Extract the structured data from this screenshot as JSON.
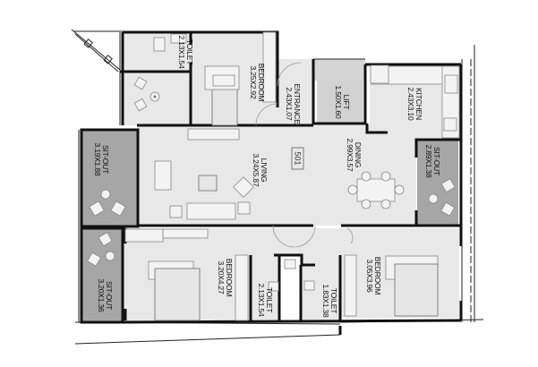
{
  "plan": {
    "unit_number": "501",
    "colors": {
      "interior_floor": "#e8e8e8",
      "sitout_floor": "#a6a6a6",
      "lift_floor": "#d2d2d2",
      "wall": "#111111",
      "background": "#ffffff"
    },
    "rooms": [
      {
        "id": "toilet-top",
        "name": "TOILET",
        "dims": "2.13X1.54"
      },
      {
        "id": "bedroom-top",
        "name": "BEDROOM",
        "dims": "3.25X2.92"
      },
      {
        "id": "entrance",
        "name": "ENTRANCE",
        "dims": "2.43X1.07"
      },
      {
        "id": "lift",
        "name": "LIFT",
        "dims": "1.50X1.60"
      },
      {
        "id": "kitchen",
        "name": "KITCHEN",
        "dims": "2.43X3.10"
      },
      {
        "id": "sitout-left",
        "name": "SIT-OUT",
        "dims": "3.19X1.88"
      },
      {
        "id": "living",
        "name": "LIVING",
        "dims": "3.24X5.87"
      },
      {
        "id": "dining",
        "name": "DINING",
        "dims": "2.99X3.57"
      },
      {
        "id": "sitout-right",
        "name": "SIT-OUT",
        "dims": "2.89X1.38"
      },
      {
        "id": "sitout-bottom-left",
        "name": "SIT-OUT",
        "dims": "3.20X1.36"
      },
      {
        "id": "bedroom-bottom-left",
        "name": "BEDROOM",
        "dims": "3.20X4.27"
      },
      {
        "id": "toilet-bottom-left",
        "name": "TOILET",
        "dims": "2.13X1.54"
      },
      {
        "id": "toilet-bottom-right",
        "name": "TOILET",
        "dims": "1.83X1.38"
      },
      {
        "id": "bedroom-bottom-right",
        "name": "BEDROOM",
        "dims": "3.05X3.96"
      }
    ]
  }
}
